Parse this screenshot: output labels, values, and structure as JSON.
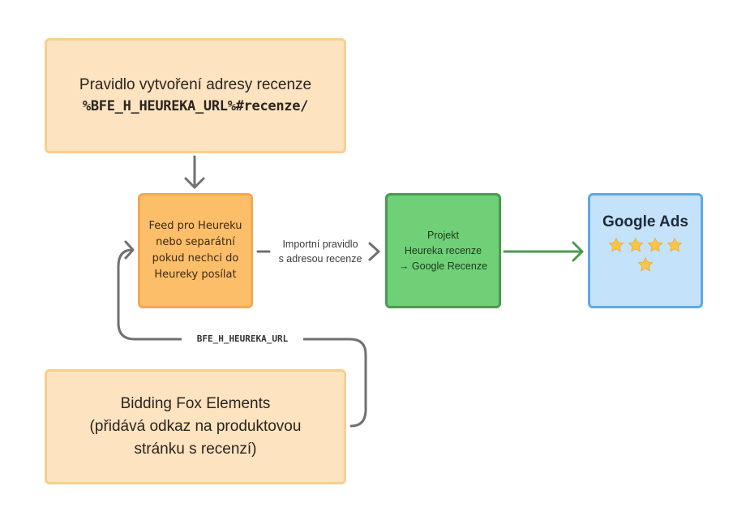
{
  "nodes": {
    "rule": {
      "line1": "Pravidlo vytvoření adresy recenze",
      "line2": "%BFE_H_HEUREKA_URL%#recenze/"
    },
    "feed": {
      "lines": [
        "Feed pro Heureku",
        "nebo separátní",
        "pokud nechci do",
        "Heureky posílat"
      ]
    },
    "project": {
      "lines": [
        "Projekt",
        "Heureka recenze",
        "→ Google Recenze"
      ]
    },
    "google_ads": {
      "title": "Google Ads",
      "star_icon": "star-icon",
      "star_count": 5
    },
    "bfe": {
      "lines": [
        "Bidding Fox Elements",
        "(přidává odkaz na produktovou",
        "stránku s recenzí)"
      ]
    }
  },
  "edges": {
    "feed_to_project": {
      "label_lines": [
        "Importní pravidlo",
        "s adresou recenze"
      ]
    },
    "bfe_to_feed": {
      "label": "BFE_H_HEUREKA_URL"
    }
  },
  "colors": {
    "rule_fill": "#fde3bf",
    "feed_fill": "#fdbe6a",
    "project_fill": "#6fd077",
    "ads_fill": "#c5e2fb",
    "connector_gray": "#707070",
    "connector_green": "#4a9a4f",
    "star": "#f8c44a"
  }
}
